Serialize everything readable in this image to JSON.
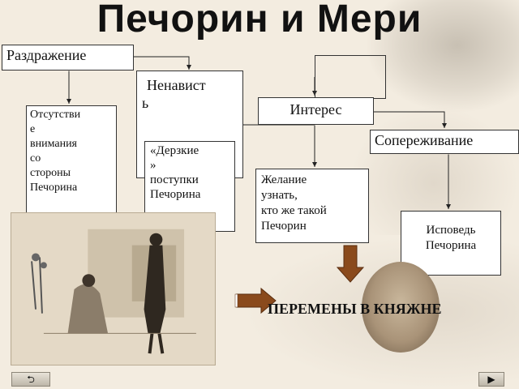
{
  "title": "Печорин и Мери",
  "boxes": {
    "razdrazhenie": "Раздражение",
    "nenavist": [
      "Ненавист",
      "ь"
    ],
    "derzkie": [
      "«Дерзкие",
      "»",
      "поступки",
      "Печорина"
    ],
    "otsutstvie": [
      "Отсутстви",
      "е",
      "внимания",
      "со",
      "стороны",
      "Печорина"
    ],
    "interes": "Интерес",
    "soperezhivanie": "Сопереживание",
    "zhelanie": [
      "Желание",
      "узнать,",
      "кто же такой",
      "Печорин"
    ],
    "ispoved": [
      "Исповедь",
      "Печорина"
    ]
  },
  "conclusion": "ПЕРЕМЕНЫ В КНЯЖНЕ",
  "nav": {
    "back_icon": "return-arrow-icon",
    "next_icon": "play-next-icon"
  },
  "colors": {
    "arrow_fill": "#8a4a1c",
    "box_border": "#333333",
    "background": "#f3ece0"
  }
}
